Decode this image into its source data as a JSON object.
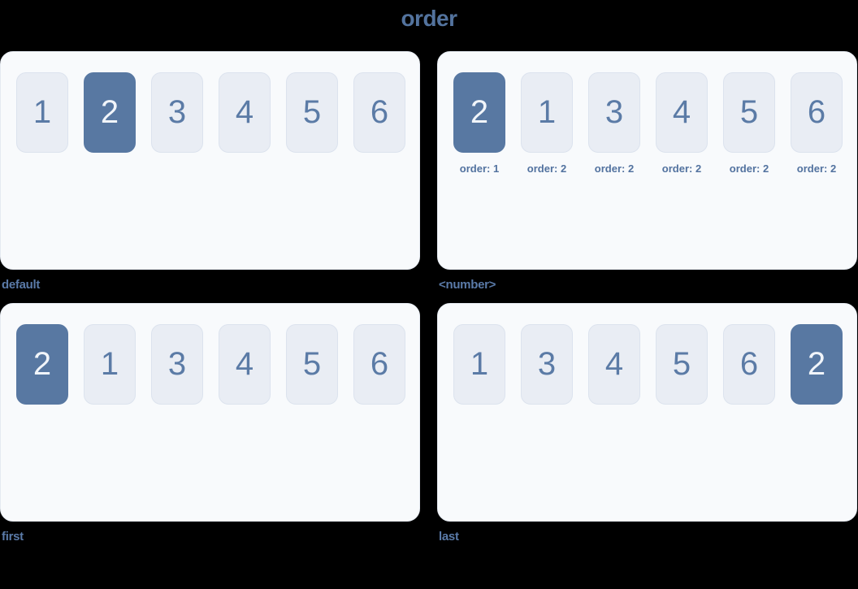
{
  "page_title": "order",
  "colors": {
    "page_bg": "#000000",
    "accent": "#53739e",
    "caption": "#5a7aa8",
    "number": "#5b7ba6",
    "sublabel": "#52729f",
    "highlight_bg": "#5878a2",
    "highlight_text": "#f1f5fa",
    "box_bg": "#e9edf4",
    "box_border": "#dce3ee",
    "panel_bg": "#f8fafc",
    "panel_border": "#e5eaf1"
  },
  "panels": [
    {
      "caption": "default",
      "items": [
        {
          "label": "1",
          "highlight": false
        },
        {
          "label": "2",
          "highlight": true
        },
        {
          "label": "3",
          "highlight": false
        },
        {
          "label": "4",
          "highlight": false
        },
        {
          "label": "5",
          "highlight": false
        },
        {
          "label": "6",
          "highlight": false
        }
      ]
    },
    {
      "caption": "<number>",
      "items": [
        {
          "label": "2",
          "highlight": true,
          "sub": "order: 1"
        },
        {
          "label": "1",
          "highlight": false,
          "sub": "order: 2"
        },
        {
          "label": "3",
          "highlight": false,
          "sub": "order: 2"
        },
        {
          "label": "4",
          "highlight": false,
          "sub": "order: 2"
        },
        {
          "label": "5",
          "highlight": false,
          "sub": "order: 2"
        },
        {
          "label": "6",
          "highlight": false,
          "sub": "order: 2"
        }
      ]
    },
    {
      "caption": "first",
      "items": [
        {
          "label": "2",
          "highlight": true
        },
        {
          "label": "1",
          "highlight": false
        },
        {
          "label": "3",
          "highlight": false
        },
        {
          "label": "4",
          "highlight": false
        },
        {
          "label": "5",
          "highlight": false
        },
        {
          "label": "6",
          "highlight": false
        }
      ]
    },
    {
      "caption": "last",
      "items": [
        {
          "label": "1",
          "highlight": false
        },
        {
          "label": "3",
          "highlight": false
        },
        {
          "label": "4",
          "highlight": false
        },
        {
          "label": "5",
          "highlight": false
        },
        {
          "label": "6",
          "highlight": false
        },
        {
          "label": "2",
          "highlight": true
        }
      ]
    }
  ]
}
